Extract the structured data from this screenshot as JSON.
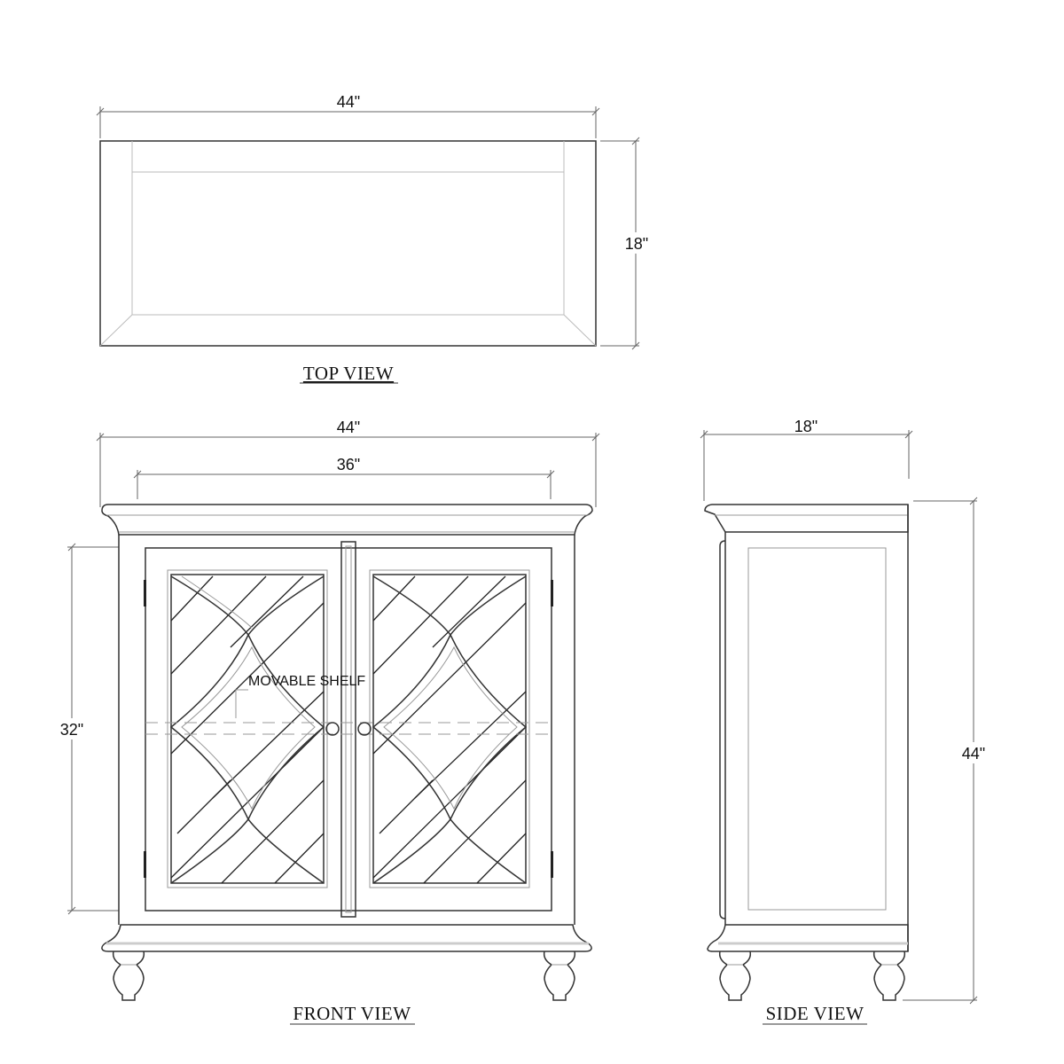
{
  "drawing": {
    "views": {
      "top": {
        "label": "TOP VIEW",
        "width_dim": "44\"",
        "depth_dim": "18\""
      },
      "front": {
        "label": "FRONT VIEW",
        "width_dim": "44\"",
        "inner_width_dim": "36\"",
        "interior_height_dim": "32\"",
        "note": "MOVABLE SHELF"
      },
      "side": {
        "label": "SIDE VIEW",
        "depth_dim": "18\"",
        "height_dim": "44\""
      }
    },
    "colors": {
      "line": "#333333",
      "dimension": "#666666",
      "background": "#ffffff"
    }
  }
}
